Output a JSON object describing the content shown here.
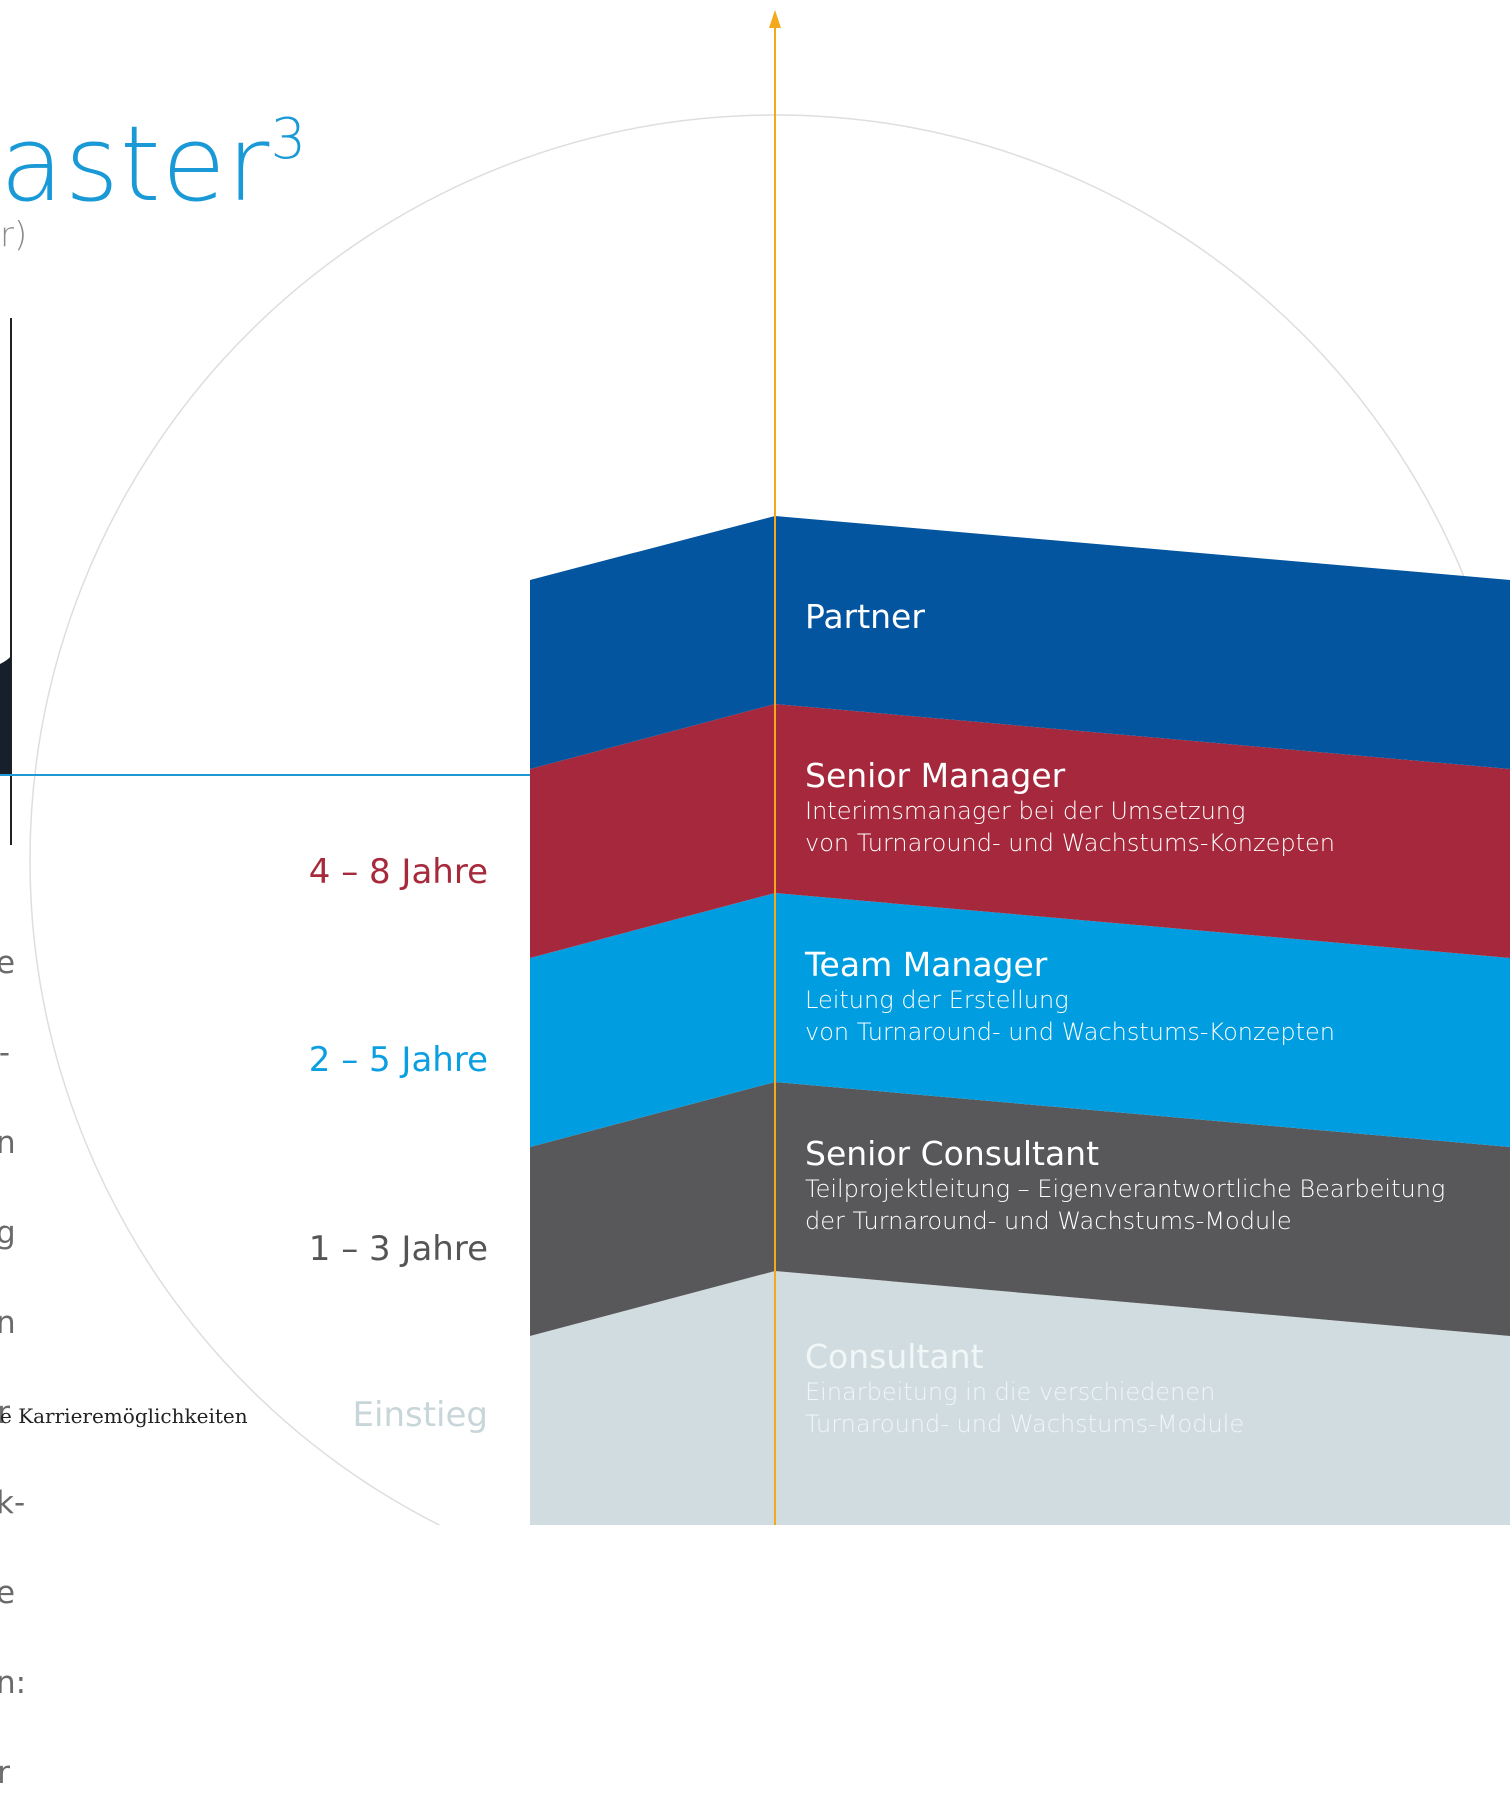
{
  "title_fragment": "aster",
  "title_superscript": "3",
  "subtitle_fragment": "r)",
  "body_line_endings": [
    "e",
    "-",
    "n",
    "g",
    "n",
    "r",
    "k-",
    "e",
    "n:",
    "r"
  ],
  "caption_fragment": "e Karrieremöglichkeiten",
  "tiers": [
    {
      "years": "4 – 8 Jahre",
      "color": "#a62a3c"
    },
    {
      "years": "2 – 5 Jahre",
      "color": "#0b9fe1"
    },
    {
      "years": "1 – 3 Jahre",
      "color": "#555557"
    },
    {
      "years": "Einstieg",
      "color": "#c8d6d9"
    }
  ],
  "levels": [
    {
      "title": "Partner",
      "description": [],
      "color": "#02559e"
    },
    {
      "title": "Senior Manager",
      "description": [
        "Interimsmanager bei der Umsetzung",
        "von Turnaround- und Wachstums-Konzepten"
      ],
      "color": "#a6283c"
    },
    {
      "title": "Team Manager",
      "description": [
        "Leitung der Erstellung",
        "von Turnaround- und Wachstums-Konzepten"
      ],
      "color": "#009ee0"
    },
    {
      "title": "Senior Consultant",
      "description": [
        "Teilprojektleitung – Eigenverantwortliche Bearbeitung",
        "der Turnaround- und Wachstums-Module"
      ],
      "color": "#58585a"
    },
    {
      "title": "Consultant",
      "description": [
        "Einarbeitung in die verschiedenen",
        "Turnaround- und Wachstums-Module"
      ],
      "color": "#d0dcdf"
    }
  ],
  "colors": {
    "axis_arrow": "#f4a81c",
    "divider_line": "#1d9ad6",
    "circle": "#d9d9d9"
  }
}
